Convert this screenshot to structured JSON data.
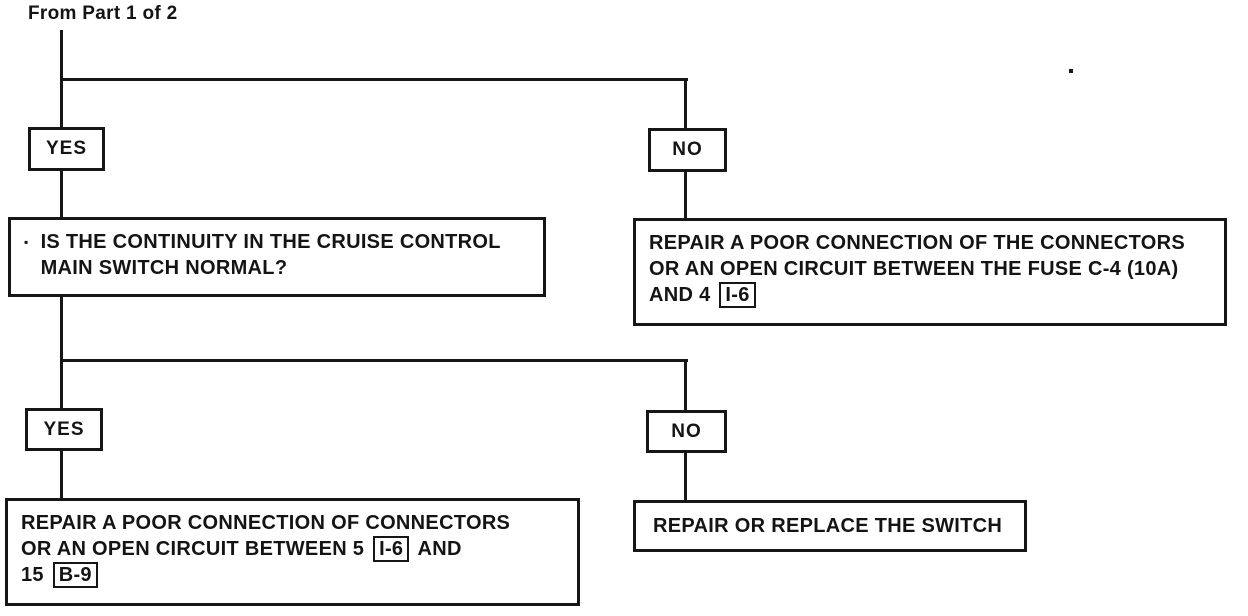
{
  "flowchart": {
    "source_label": "From Part 1 of 2",
    "decision1": {
      "yes_label": "YES",
      "no_label": "NO",
      "question": {
        "bullet": "▪",
        "line1": "IS THE CONTINUITY IN THE CRUISE CONTROL",
        "line2": "MAIN SWITCH NORMAL?"
      },
      "no_action": {
        "line1": "REPAIR A POOR CONNECTION OF THE CONNECTORS",
        "line2": "OR AN OPEN CIRCUIT BETWEEN THE FUSE C-4 (10A)",
        "line3_text": "AND 4",
        "line3_connector": "I-6"
      }
    },
    "decision2": {
      "yes_label": "YES",
      "no_label": "NO",
      "yes_action": {
        "line1": "REPAIR A POOR CONNECTION OF CONNECTORS",
        "line2_text": "OR AN OPEN CIRCUIT BETWEEN 5",
        "line2_connector": "I-6",
        "line2_suffix": "AND",
        "line3_text": "15",
        "line3_connector": "B-9"
      },
      "no_action": {
        "line1": "REPAIR OR REPLACE THE SWITCH"
      }
    },
    "colors": {
      "ink": "#161616",
      "paper": "#ffffff"
    }
  }
}
